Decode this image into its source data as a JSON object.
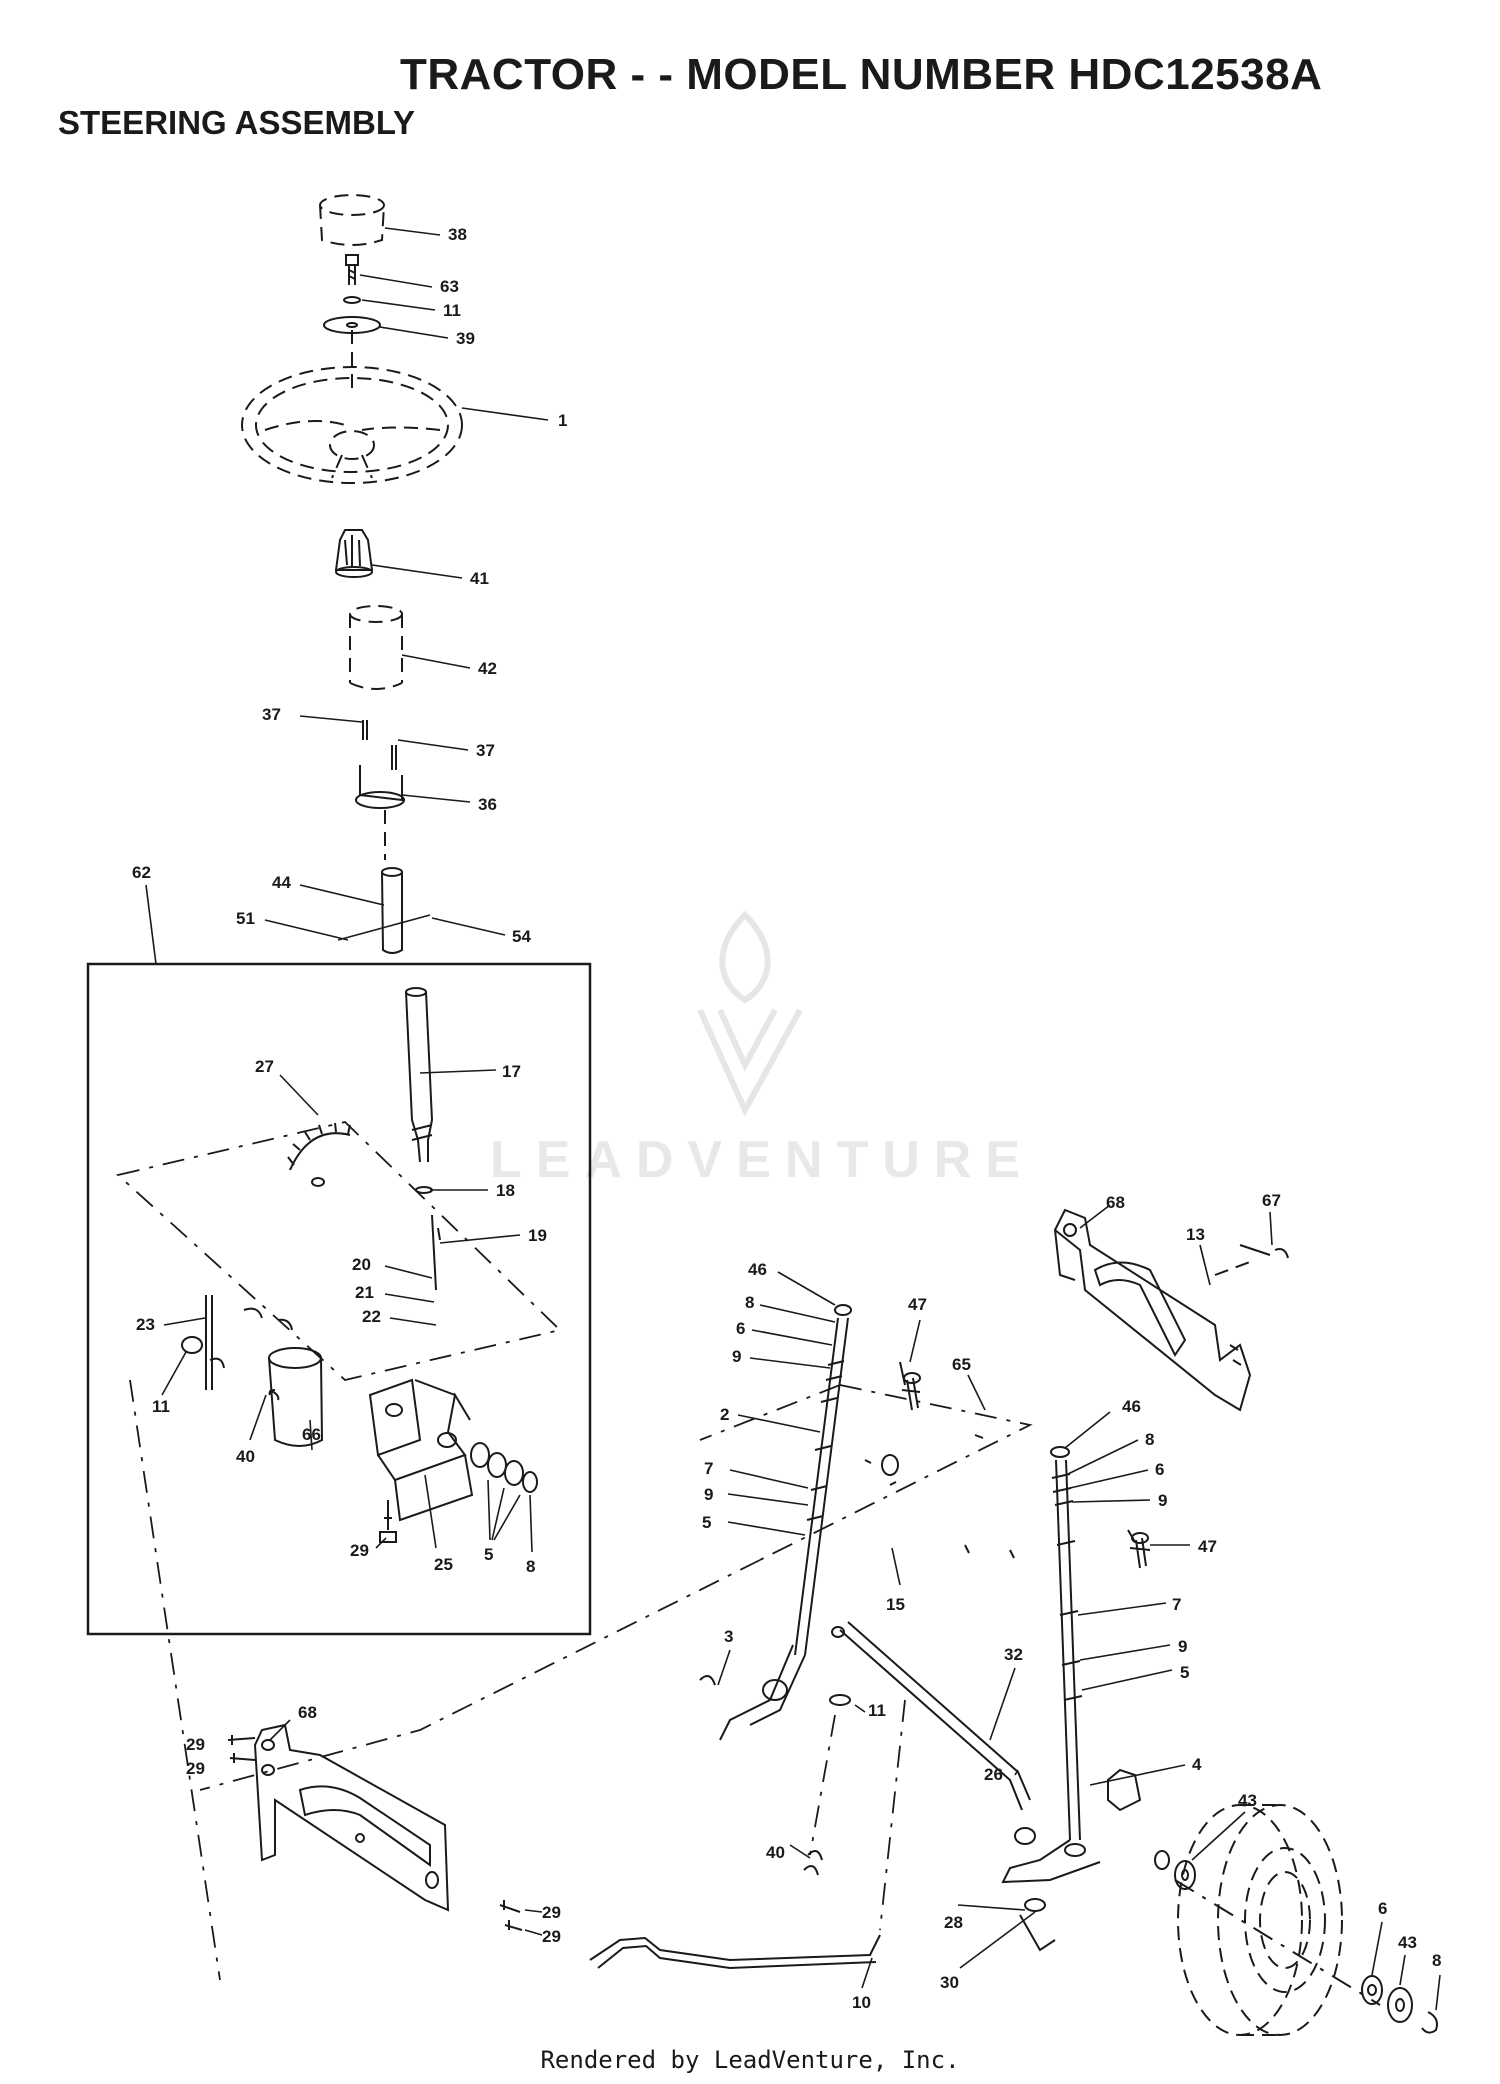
{
  "title": "TRACTOR - - MODEL NUMBER HDC12538A",
  "subtitle": "STEERING ASSEMBLY",
  "footer": "Rendered by LeadVenture, Inc.",
  "watermark": "LEADVENTURE",
  "colors": {
    "ink": "#1a1a1a",
    "watermark": "#e8e8e8",
    "background": "#ffffff"
  },
  "callouts": [
    {
      "id": "c38",
      "label": "38"
    },
    {
      "id": "c63",
      "label": "63"
    },
    {
      "id": "c11a",
      "label": "11"
    },
    {
      "id": "c39",
      "label": "39"
    },
    {
      "id": "c1",
      "label": "1"
    },
    {
      "id": "c41",
      "label": "41"
    },
    {
      "id": "c42",
      "label": "42"
    },
    {
      "id": "c37a",
      "label": "37"
    },
    {
      "id": "c37b",
      "label": "37"
    },
    {
      "id": "c36",
      "label": "36"
    },
    {
      "id": "c62",
      "label": "62"
    },
    {
      "id": "c44",
      "label": "44"
    },
    {
      "id": "c51",
      "label": "51"
    },
    {
      "id": "c54",
      "label": "54"
    },
    {
      "id": "c17",
      "label": "17"
    },
    {
      "id": "c27",
      "label": "27"
    },
    {
      "id": "c18",
      "label": "18"
    },
    {
      "id": "c19",
      "label": "19"
    },
    {
      "id": "c20",
      "label": "20"
    },
    {
      "id": "c21",
      "label": "21"
    },
    {
      "id": "c22",
      "label": "22"
    },
    {
      "id": "c23",
      "label": "23"
    },
    {
      "id": "c11b",
      "label": "11"
    },
    {
      "id": "c40a",
      "label": "40"
    },
    {
      "id": "c66",
      "label": "66"
    },
    {
      "id": "c29a",
      "label": "29"
    },
    {
      "id": "c25",
      "label": "25"
    },
    {
      "id": "c5a",
      "label": "5"
    },
    {
      "id": "c8a",
      "label": "8"
    },
    {
      "id": "c68a",
      "label": "68"
    },
    {
      "id": "c67",
      "label": "67"
    },
    {
      "id": "c13",
      "label": "13"
    },
    {
      "id": "c46a",
      "label": "46"
    },
    {
      "id": "c8b",
      "label": "8"
    },
    {
      "id": "c6a",
      "label": "6"
    },
    {
      "id": "c9a",
      "label": "9"
    },
    {
      "id": "c47a",
      "label": "47"
    },
    {
      "id": "c65",
      "label": "65"
    },
    {
      "id": "c2",
      "label": "2"
    },
    {
      "id": "c7a",
      "label": "7"
    },
    {
      "id": "c9b",
      "label": "9"
    },
    {
      "id": "c5b",
      "label": "5"
    },
    {
      "id": "c15",
      "label": "15"
    },
    {
      "id": "c46b",
      "label": "46"
    },
    {
      "id": "c8c",
      "label": "8"
    },
    {
      "id": "c6b",
      "label": "6"
    },
    {
      "id": "c9c",
      "label": "9"
    },
    {
      "id": "c47b",
      "label": "47"
    },
    {
      "id": "c7b",
      "label": "7"
    },
    {
      "id": "c9d",
      "label": "9"
    },
    {
      "id": "c5c",
      "label": "5"
    },
    {
      "id": "c3",
      "label": "3"
    },
    {
      "id": "c32",
      "label": "32"
    },
    {
      "id": "c11c",
      "label": "11"
    },
    {
      "id": "c68b",
      "label": "68"
    },
    {
      "id": "c29b",
      "label": "29"
    },
    {
      "id": "c29c",
      "label": "29"
    },
    {
      "id": "c26",
      "label": "26"
    },
    {
      "id": "c4",
      "label": "4"
    },
    {
      "id": "c43a",
      "label": "43"
    },
    {
      "id": "c40b",
      "label": "40"
    },
    {
      "id": "c28",
      "label": "28"
    },
    {
      "id": "c29d",
      "label": "29"
    },
    {
      "id": "c29e",
      "label": "29"
    },
    {
      "id": "c10",
      "label": "10"
    },
    {
      "id": "c30",
      "label": "30"
    },
    {
      "id": "c6c",
      "label": "6"
    },
    {
      "id": "c43b",
      "label": "43"
    },
    {
      "id": "c8d",
      "label": "8"
    }
  ]
}
